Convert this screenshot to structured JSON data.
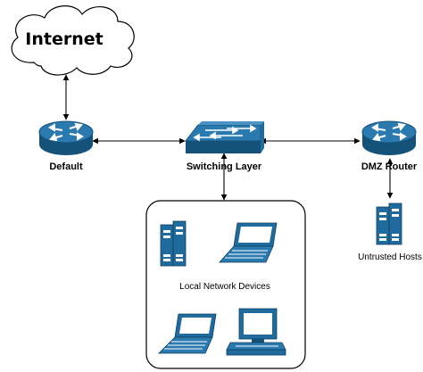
{
  "cloud": {
    "label": "Internet"
  },
  "nodes": {
    "default_router": {
      "label": "Default"
    },
    "switch": {
      "label": "Switching Layer"
    },
    "dmz_router": {
      "label": "DMZ Router"
    },
    "untrusted": {
      "label": "Untrusted Hosts"
    }
  },
  "local_group": {
    "label": "Local Network Devices"
  },
  "colors": {
    "device_blue": "#1f6b9e",
    "device_dark": "#15527a",
    "device_light": "#4a93c4",
    "line": "#000000"
  }
}
